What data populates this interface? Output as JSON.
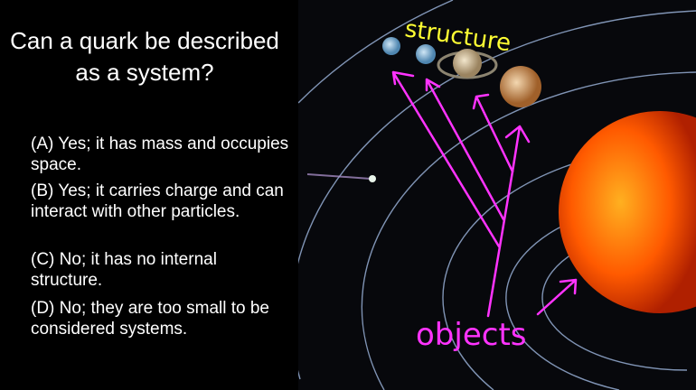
{
  "question": "Can a quark be described as a system?",
  "options": [
    "(A) Yes; it has mass and occupies space.",
    "(B) Yes; it carries charge and can interact with other particles.",
    "(C) No; it has no internal structure.",
    "(D) No; they are too small to be considered systems."
  ],
  "annotations": {
    "structure": "structure",
    "objects": "objects"
  },
  "colors": {
    "annotation_structure": "#ffff33",
    "annotation_objects": "#ff33ff",
    "sun": "#ff5a00"
  }
}
